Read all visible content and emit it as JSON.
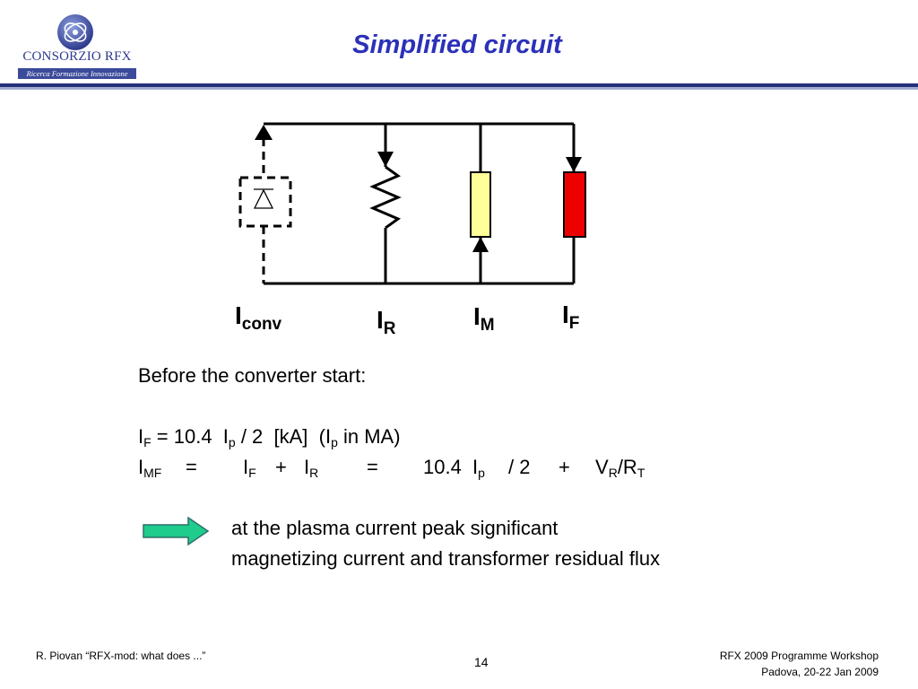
{
  "logo": {
    "name": "CONSORZIO RFX",
    "subtitle": "Ricerca Formazione Innovazione",
    "colors": {
      "primary": "#2d3a8c",
      "band": "#3b4a9a"
    }
  },
  "slide": {
    "title": "Simplified circuit",
    "title_color": "#2b31b8"
  },
  "circuit": {
    "components": [
      "converter-diode",
      "resistor",
      "magnetizing-element",
      "field-element"
    ],
    "colors": {
      "magnetizing": "#ffff99",
      "field": "#ee0000"
    },
    "labels": {
      "conv": {
        "base": "I",
        "sub": "conv"
      },
      "r": {
        "base": "I",
        "sub": "R"
      },
      "m": {
        "base": "I",
        "sub": "M"
      },
      "f": {
        "base": "I",
        "sub": "F"
      }
    }
  },
  "notes": {
    "intro": "Before the converter start:",
    "eq1": {
      "if_base": "I",
      "if_sub": "F",
      "mid": " = 10.4  I",
      "ip_sub": "p",
      "tail": " / 2  [kA]  (I",
      "ip2_sub": "p",
      "end": " in MA)"
    },
    "eq2": {
      "imf_base": "I",
      "imf_sub": "MF",
      "eq": "=",
      "if_base": "I",
      "if_sub": "F",
      "plus": "+",
      "ir_base": "I",
      "ir_sub": "R",
      "eq2": "=",
      "val": "10.4  I",
      "ip_sub": "p",
      "div": "/ 2",
      "plus2": "+",
      "v_base": "V",
      "v_sub": "R",
      "slash": "/R",
      "t_sub": "T"
    },
    "conclusion_line1": "at the plasma current peak significant",
    "conclusion_line2": "magnetizing current and transformer residual flux",
    "arrow_color": "#1fcc8c"
  },
  "footer": {
    "author": "R. Piovan “RFX-mod: what does ...”",
    "page": "14",
    "event": "RFX 2009 Programme Workshop",
    "place": "Padova,  20-22 Jan 2009"
  }
}
